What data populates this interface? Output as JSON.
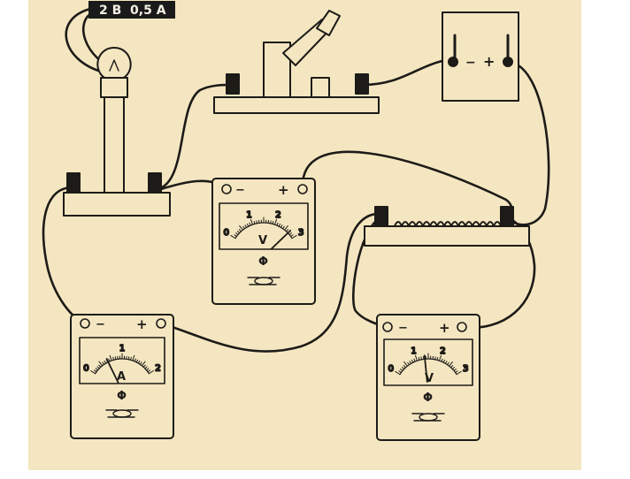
{
  "colors": {
    "paper": "#f4e6c0",
    "ink": "#1d1b18",
    "label_bg": "#1a1a1a",
    "label_fg": "#f4f0e4"
  },
  "lamp_label": "2 B  0,5 A",
  "terminals": {
    "minus": "−",
    "plus": "+"
  },
  "voltmeter_top": {
    "scale": [
      "0",
      "1",
      "2",
      "3"
    ],
    "unit": "V",
    "needle_value": 2.7,
    "max": 3,
    "symbol": "Φ"
  },
  "ammeter": {
    "scale": [
      "0",
      "1",
      "2"
    ],
    "unit": "A",
    "needle_value": 0.55,
    "max": 2,
    "symbol": "Φ"
  },
  "voltmeter_right": {
    "scale": [
      "0",
      "1",
      "2",
      "3"
    ],
    "unit": "V",
    "needle_value": 1.35,
    "max": 3,
    "symbol": "Φ"
  },
  "icons": [
    "light-bulb-icon",
    "knife-switch-icon",
    "battery-icon",
    "rheostat-coil-icon",
    "binding-post-icon"
  ]
}
